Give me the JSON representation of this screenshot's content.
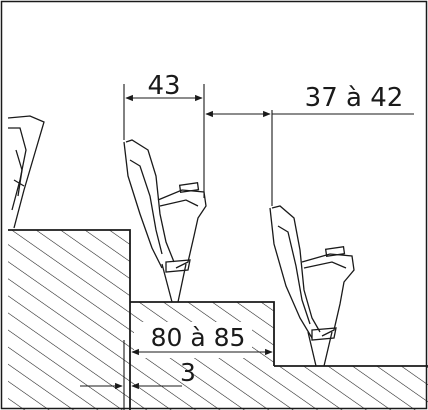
{
  "diagram": {
    "dimensions": {
      "seat_width": "43",
      "row_gap": "37 à 42",
      "tread_depth": "80 à 85",
      "offset": "3"
    },
    "colors": {
      "ink": "#1a1a1a",
      "background": "#ffffff"
    }
  }
}
